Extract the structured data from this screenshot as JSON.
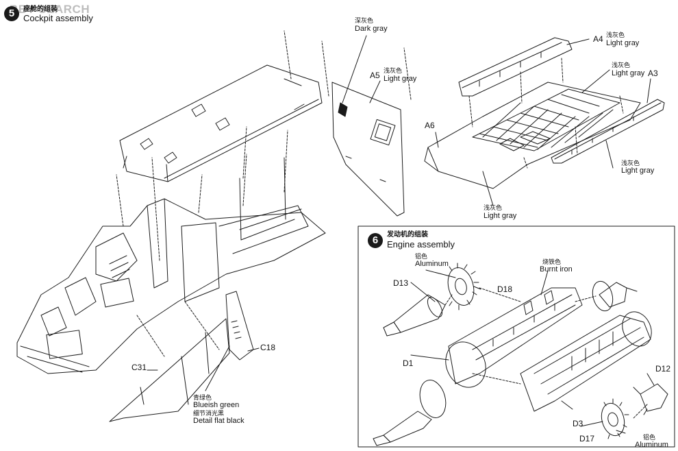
{
  "watermark": "BBY SEARCH",
  "step5": {
    "number": "5",
    "title_cn": "座舱的组装",
    "title_en": "Cockpit assembly"
  },
  "step6": {
    "number": "6",
    "title_cn": "发动机的组装",
    "title_en": "Engine assembly"
  },
  "colors": {
    "dark_gray": {
      "cn": "深灰色",
      "en": "Dark gray"
    },
    "light_gray": {
      "cn": "浅灰色",
      "en": "Light gray"
    },
    "blueish_green": {
      "cn": "青绿色",
      "en": "Blueish green"
    },
    "detail_flat_black": {
      "cn": "细节消光黑",
      "en": "Detail flat black"
    },
    "aluminum": {
      "cn": "铝色",
      "en": "Aluminum"
    },
    "burnt_iron": {
      "cn": "烧铁色",
      "en": "Burnt iron"
    }
  },
  "parts": {
    "a3": "A3",
    "a4": "A4",
    "a5": "A5",
    "a6": "A6",
    "c18": "C18",
    "c31": "C31",
    "d1": "D1",
    "d3": "D3",
    "d12": "D12",
    "d13": "D13",
    "d17": "D17",
    "d18": "D18"
  },
  "line_color": "#1a1a1a",
  "panel_border_color": "#1a1a1a"
}
